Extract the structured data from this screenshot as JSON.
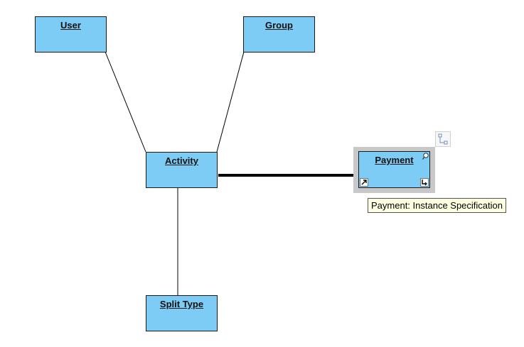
{
  "colors": {
    "node_fill": "#7cccf5",
    "node_border": "#1a1a1a",
    "selection_frame": "#c8c8c8",
    "tooltip_fill": "#ffffe1",
    "line": "#000000"
  },
  "nodes": {
    "user": {
      "label": "User"
    },
    "group": {
      "label": "Group"
    },
    "activity": {
      "label": "Activity"
    },
    "payment": {
      "label": "Payment",
      "selected": true
    },
    "split_type": {
      "label": "Split Type"
    }
  },
  "connections": [
    {
      "from": "activity",
      "to": "user"
    },
    {
      "from": "activity",
      "to": "group"
    },
    {
      "from": "activity",
      "to": "split_type"
    },
    {
      "from": "activity",
      "to": "payment",
      "emphasized": true
    }
  ],
  "icons": {
    "bottom_left_handle": "diagonal-arrow-icon",
    "bottom_right_handle": "return-arrow-icon",
    "top_right_handle": "zoom-icon",
    "connector_handle": "connector-icon"
  },
  "tooltip": {
    "text": "Payment: Instance Specification"
  }
}
